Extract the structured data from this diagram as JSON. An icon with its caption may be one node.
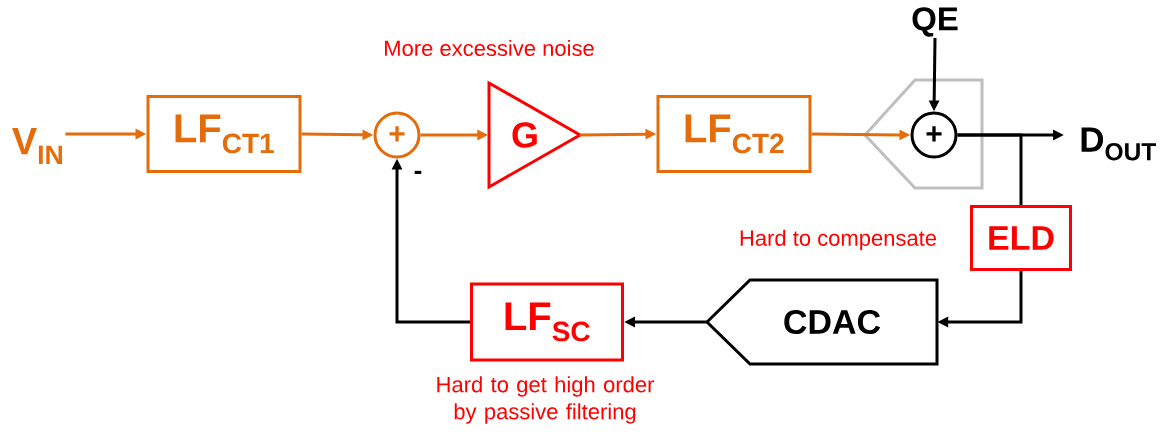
{
  "diagram": {
    "nodes": [
      {
        "text": [
          "V$_{IN}$"
        ]
      },
      {
        "text": [
          "LF$_{CT1}$"
        ]
      },
      {
        "text": [
          "+"
        ]
      },
      {
        "text": [
          "G"
        ],
        "beside": [
          "More excessive noise"
        ]
      },
      {
        "text": [
          "LF$_{CT2}$"
        ]
      },
      {
        "text": [],
        "shape": "box"
      },
      {
        "text": [
          "+"
        ],
        "in": 5
      },
      {
        "text": [
          "QE"
        ]
      },
      {
        "text": [
          "D$_{OUT}$"
        ]
      },
      {
        "text": [
          "ELD"
        ],
        "beside": [
          "Hard to compensate"
        ]
      },
      {
        "text": [
          "CDAC"
        ]
      },
      {
        "text": [
          "LF$_{SC}$"
        ],
        "beside": [
          "Hard to get high order by passive filtering"
        ]
      }
    ],
    "edges": [
      {
        "from": 0,
        "to": 1,
        "arrow": "to",
        "color": "#e46c0a"
      },
      {
        "from": 1,
        "to": 2,
        "arrow": "to",
        "color": "#e46c0a"
      },
      {
        "from": 2,
        "to": 3,
        "arrow": "to",
        "color": "#e46c0a"
      },
      {
        "from": 3,
        "to": 4,
        "arrow": "to",
        "color": "#e46c0a"
      },
      {
        "from": 4,
        "to": 6,
        "arrow": "to",
        "color": "#e46c0a"
      },
      {
        "from": 7,
        "to": 6,
        "arrow": "to"
      },
      {
        "from": 6,
        "to": 8,
        "arrow": "to"
      },
      {
        "from": 6,
        "to": 9,
        "arrow": "none"
      },
      {
        "from": 9,
        "to": 10,
        "arrow": "to"
      },
      {
        "from": 10,
        "to": 11,
        "arrow": "to"
      },
      {
        "from": 11,
        "to": 2,
        "arrow": "to"
      }
    ],
    "labels": [
      "-"
    ]
  }
}
